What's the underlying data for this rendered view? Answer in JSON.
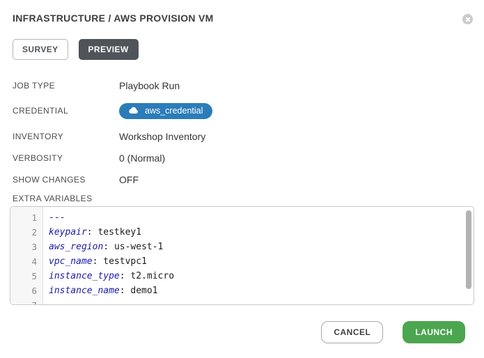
{
  "modal": {
    "title": "INFRASTRUCTURE / AWS PROVISION VM",
    "close_icon": "times-circle-icon"
  },
  "tabs": [
    {
      "label": "SURVEY",
      "active": false
    },
    {
      "label": "PREVIEW",
      "active": true
    }
  ],
  "fields": [
    {
      "label": "JOB TYPE",
      "value": "Playbook Run",
      "type": "text"
    },
    {
      "label": "CREDENTIAL",
      "value": "aws_credential",
      "type": "badge",
      "icon": "cloud-icon"
    },
    {
      "label": "INVENTORY",
      "value": "Workshop Inventory",
      "type": "text"
    },
    {
      "label": "VERBOSITY",
      "value": "0 (Normal)",
      "type": "text"
    },
    {
      "label": "SHOW CHANGES",
      "value": "OFF",
      "type": "text"
    }
  ],
  "extra_variables": {
    "label": "EXTRA VARIABLES",
    "lines": [
      {
        "num": "1",
        "key": "",
        "sep": "",
        "value": "---"
      },
      {
        "num": "2",
        "key": "keypair",
        "sep": ": ",
        "value": "testkey1"
      },
      {
        "num": "3",
        "key": "aws_region",
        "sep": ": ",
        "value": "us-west-1"
      },
      {
        "num": "4",
        "key": "vpc_name",
        "sep": ": ",
        "value": "testvpc1"
      },
      {
        "num": "5",
        "key": "instance_type",
        "sep": ": ",
        "value": "t2.micro"
      },
      {
        "num": "6",
        "key": "instance_name",
        "sep": ": ",
        "value": "demo1"
      },
      {
        "num": "7",
        "key": "",
        "sep": "",
        "value": ""
      }
    ]
  },
  "footer": {
    "cancel_label": "CANCEL",
    "launch_label": "LAUNCH"
  },
  "colors": {
    "badge_blue": "#2b7cb9",
    "launch_green": "#4ba64f",
    "tab_active_bg": "#4f545a",
    "code_key_navy": "#1a1aa8"
  }
}
